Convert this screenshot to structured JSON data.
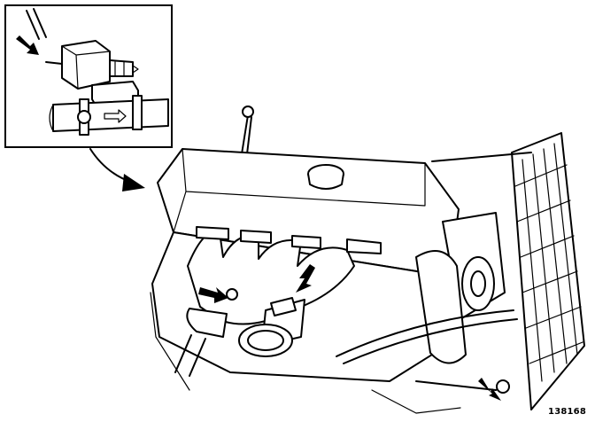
{
  "figure": {
    "reference_number": "138168",
    "arrow_color": "#000000",
    "line_color": "#000000",
    "background": "#ffffff"
  },
  "inset": {
    "parts": [
      "inline-pressure-regulator",
      "fuel-hose",
      "hose-clamp",
      "flow-direction-arrow"
    ]
  },
  "icons": [
    "callout-arrow-icon",
    "flow-arrow-icon"
  ]
}
